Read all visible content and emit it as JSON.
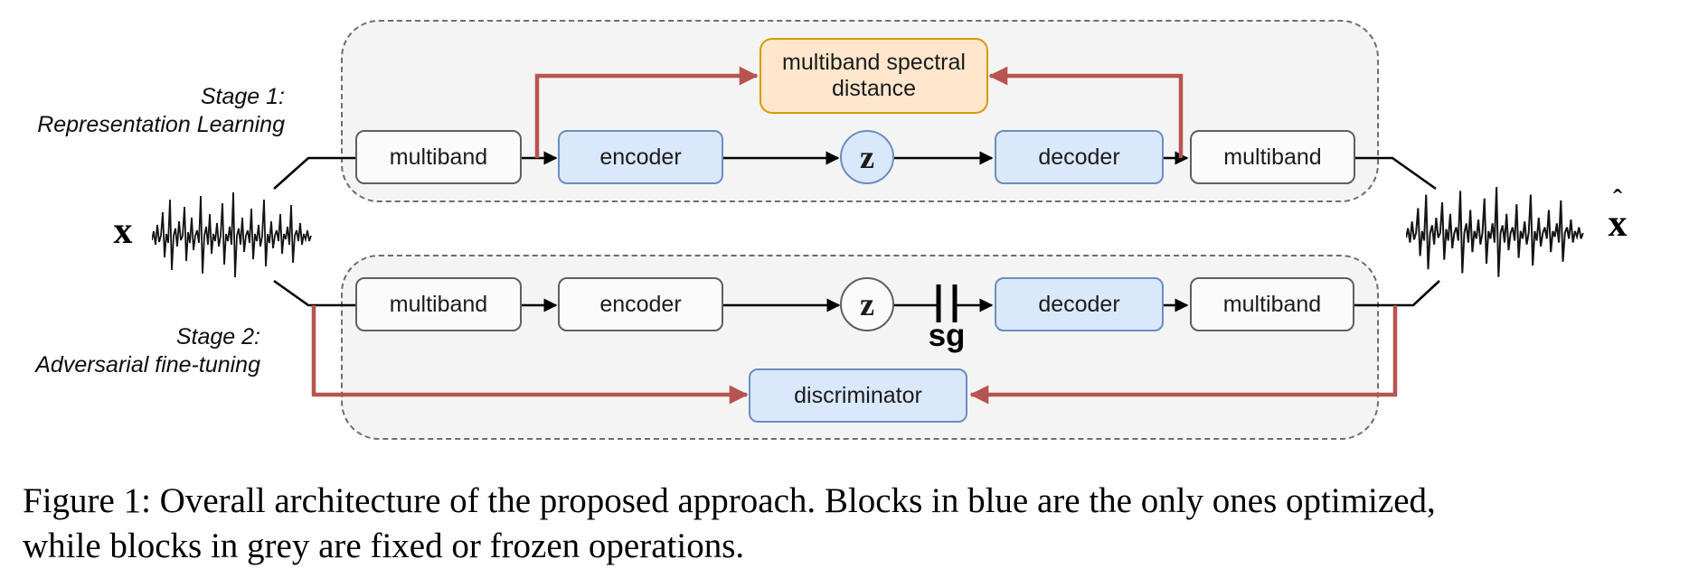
{
  "stage1": {
    "title_line1": "Stage 1:",
    "title_line2": "Representation Learning",
    "multiband_in": "multiband",
    "encoder": "encoder",
    "latent": "z",
    "decoder": "decoder",
    "multiband_out": "multiband",
    "loss": "multiband spectral distance"
  },
  "stage2": {
    "title_line1": "Stage 2:",
    "title_line2": "Adversarial fine-tuning",
    "multiband_in": "multiband",
    "encoder": "encoder",
    "latent": "z",
    "stop_gradient": "sg",
    "decoder": "decoder",
    "multiband_out": "multiband",
    "discriminator": "discriminator"
  },
  "signals": {
    "input": "x",
    "output_base": "x",
    "hat": "ˆ"
  },
  "caption": {
    "line1": "Figure 1: Overall architecture of the proposed approach. Blocks in blue are the only ones optimized,",
    "line2": "while blocks in grey are fixed or frozen operations."
  },
  "colors": {
    "optimized_fill": "#dae8fc",
    "optimized_stroke": "#6c8ebf",
    "frozen_fill": "#fbfbfb",
    "frozen_stroke": "#5f5f5f",
    "loss_fill": "#ffe6cc",
    "loss_stroke": "#d79b00",
    "gradient_arrow": "#b85450",
    "signal_line": "#000000"
  }
}
